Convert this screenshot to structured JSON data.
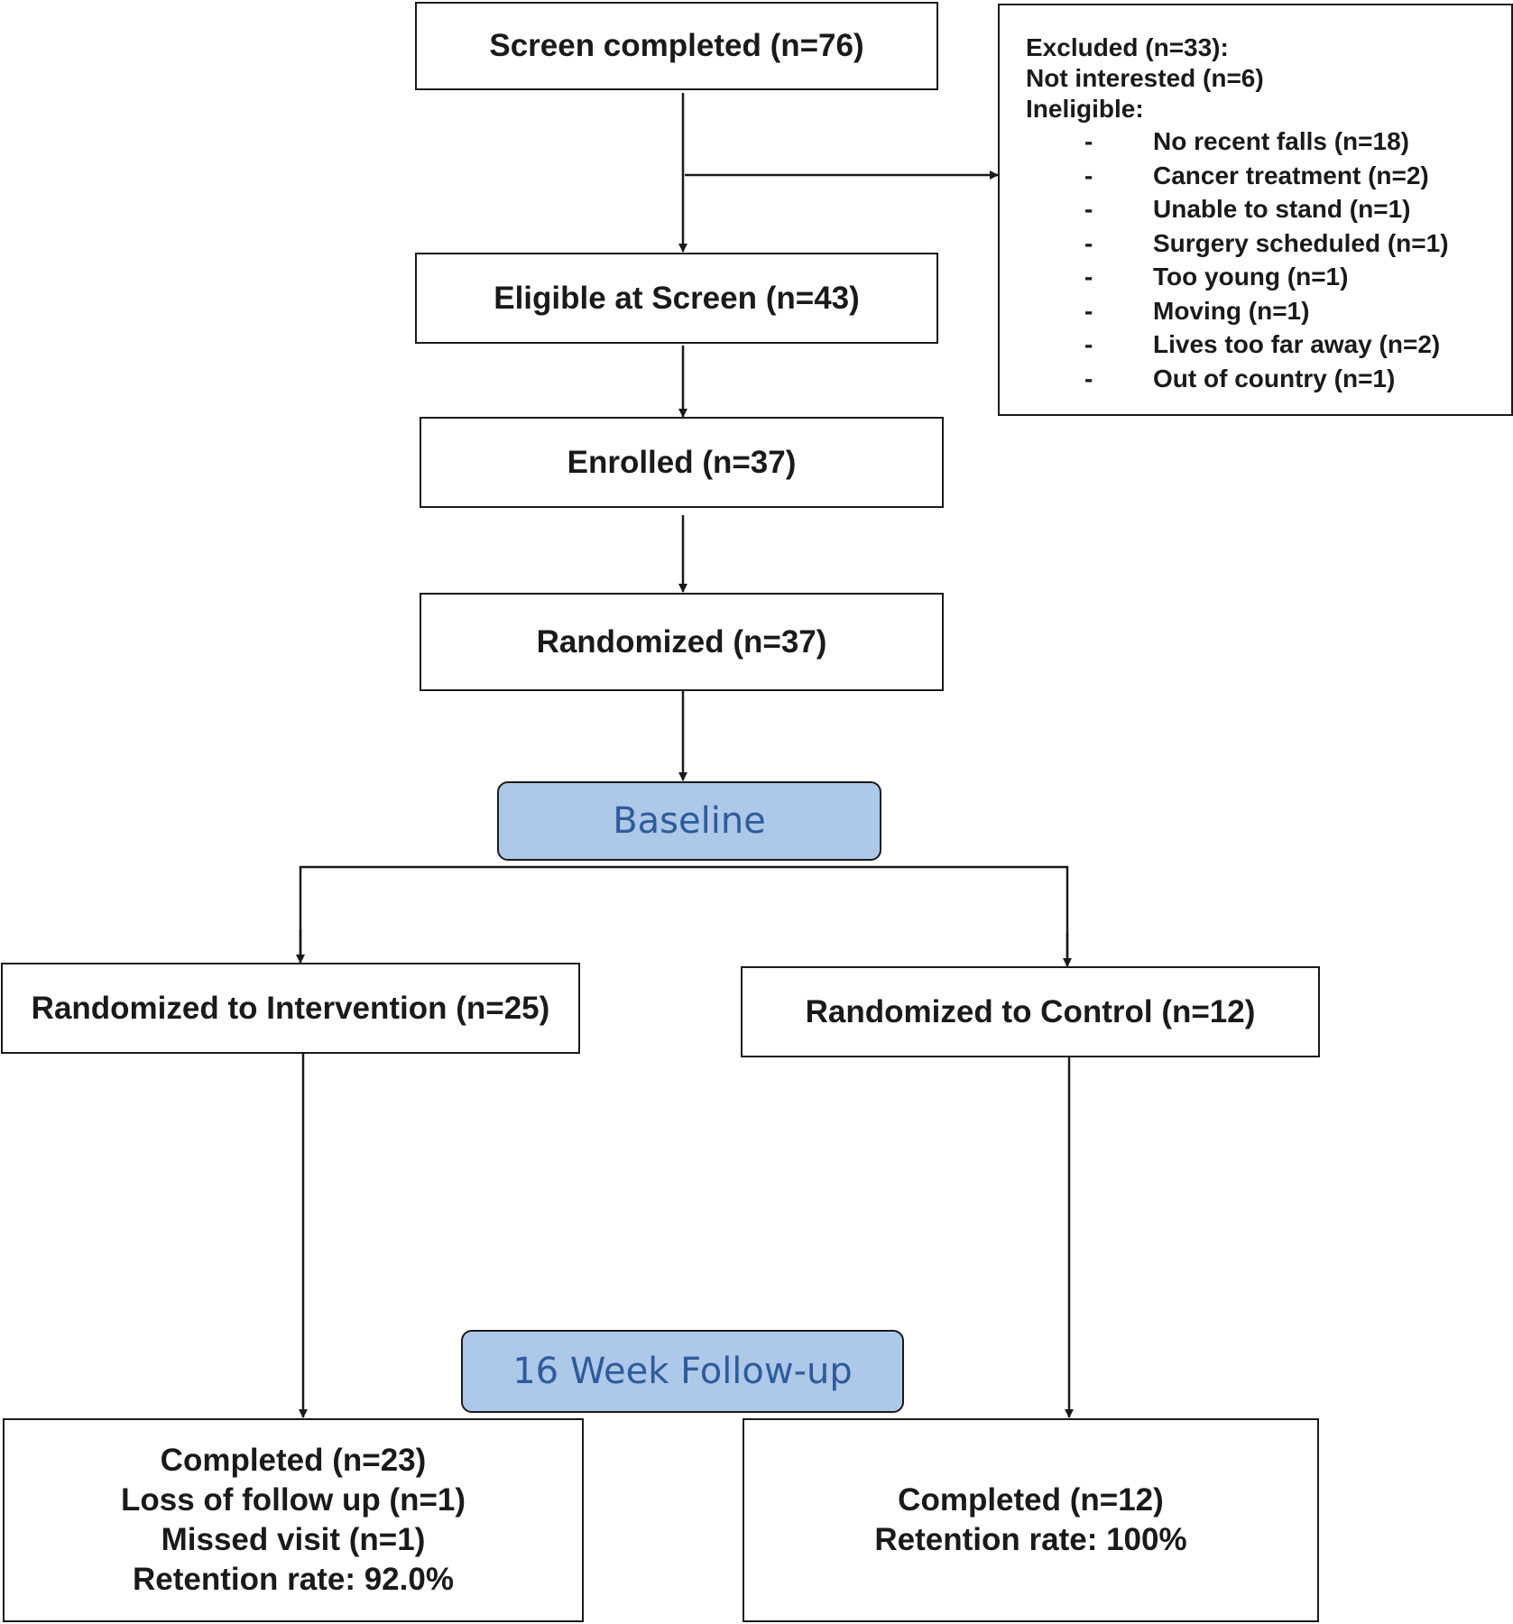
{
  "boxes": {
    "screen": "Screen completed (n=76)",
    "eligible": "Eligible at Screen (n=43)",
    "enrolled": "Enrolled (n=37)",
    "randomized": "Randomized (n=37)",
    "intervention": "Randomized to Intervention (n=25)",
    "control": "Randomized to Control (n=12)"
  },
  "stages": {
    "baseline": "Baseline",
    "followup": "16 Week Follow-up"
  },
  "excluded": {
    "title": "Excluded (n=33):",
    "not_interested": "Not interested (n=6)",
    "ineligible_label": "Ineligible:",
    "bullet": "-",
    "items": [
      "No recent falls (n=18)",
      "Cancer treatment (n=2)",
      "Unable to stand (n=1)",
      "Surgery scheduled (n=1)",
      "Too young (n=1)",
      "Moving (n=1)",
      "Lives too far away (n=2)",
      "Out of country (n=1)"
    ]
  },
  "outcomes": {
    "intervention": [
      "Completed (n=23)",
      "Loss of follow up (n=1)",
      "Missed visit (n=1)",
      "Retention rate: 92.0%"
    ],
    "control": [
      "Completed (n=12)",
      "Retention rate: 100%"
    ]
  }
}
